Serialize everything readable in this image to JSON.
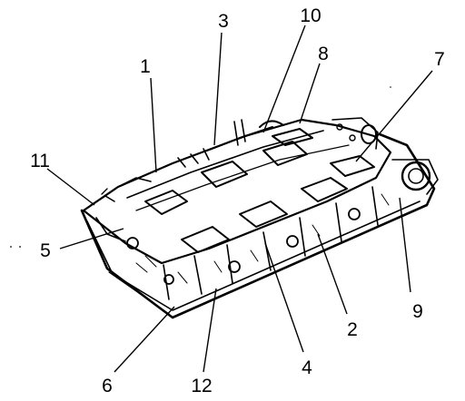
{
  "figure": {
    "subject": "intake-manifold",
    "ink_color": "#000000",
    "background_color": "#ffffff",
    "callouts": [
      {
        "id": "c1",
        "label": "1"
      },
      {
        "id": "c2",
        "label": "2"
      },
      {
        "id": "c3",
        "label": "3"
      },
      {
        "id": "c4",
        "label": "4"
      },
      {
        "id": "c5",
        "label": "5"
      },
      {
        "id": "c6",
        "label": "6"
      },
      {
        "id": "c7",
        "label": "7"
      },
      {
        "id": "c8",
        "label": "8"
      },
      {
        "id": "c9",
        "label": "9"
      },
      {
        "id": "c10",
        "label": "10"
      },
      {
        "id": "c11",
        "label": "11"
      },
      {
        "id": "c12",
        "label": "12"
      }
    ]
  }
}
